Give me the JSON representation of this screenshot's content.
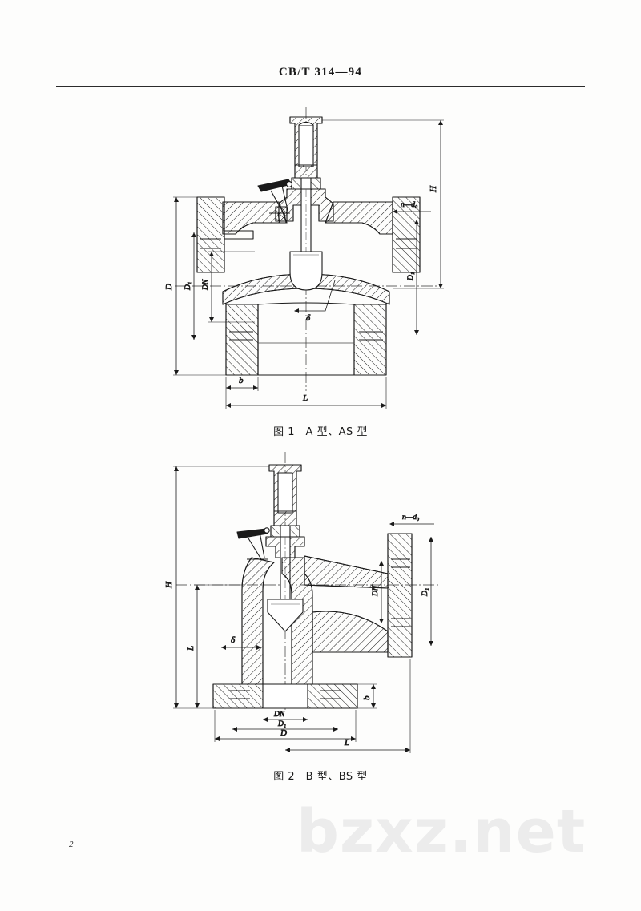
{
  "document": {
    "standard_number": "CB/T 314—94",
    "page_number": "2",
    "watermark": "bzxz.net"
  },
  "figures": [
    {
      "id": "figure-1",
      "caption": "图 1 A 型、AS 型",
      "type": "valve-cross-section",
      "description": "globe-stop-valve-flanged-straight",
      "dimension_labels": {
        "height_total": "H",
        "bolt_holes": "n—d₀",
        "flange_outer_diameter": "D",
        "bolt_circle_diameter": "D₁",
        "nominal_diameter": "DN",
        "bolt_circle_right": "D₁",
        "flange_thickness": "b",
        "face_to_face_length": "L",
        "wall_thickness": "δ"
      }
    },
    {
      "id": "figure-2",
      "caption": "图 2 B 型、BS 型",
      "type": "valve-cross-section",
      "description": "angle-valve-flanged",
      "dimension_labels": {
        "height_total": "H",
        "height_to_centerline": "L",
        "bolt_holes": "n—d₀",
        "nominal_diameter_side": "DN",
        "bolt_circle_diameter_side": "D₁",
        "wall_thickness": "δ",
        "flange_thickness": "b",
        "nominal_diameter_bottom": "DN",
        "bolt_circle_diameter_bottom": "D₁",
        "flange_outer_diameter_bottom": "D",
        "length_bottom": "L"
      }
    }
  ]
}
